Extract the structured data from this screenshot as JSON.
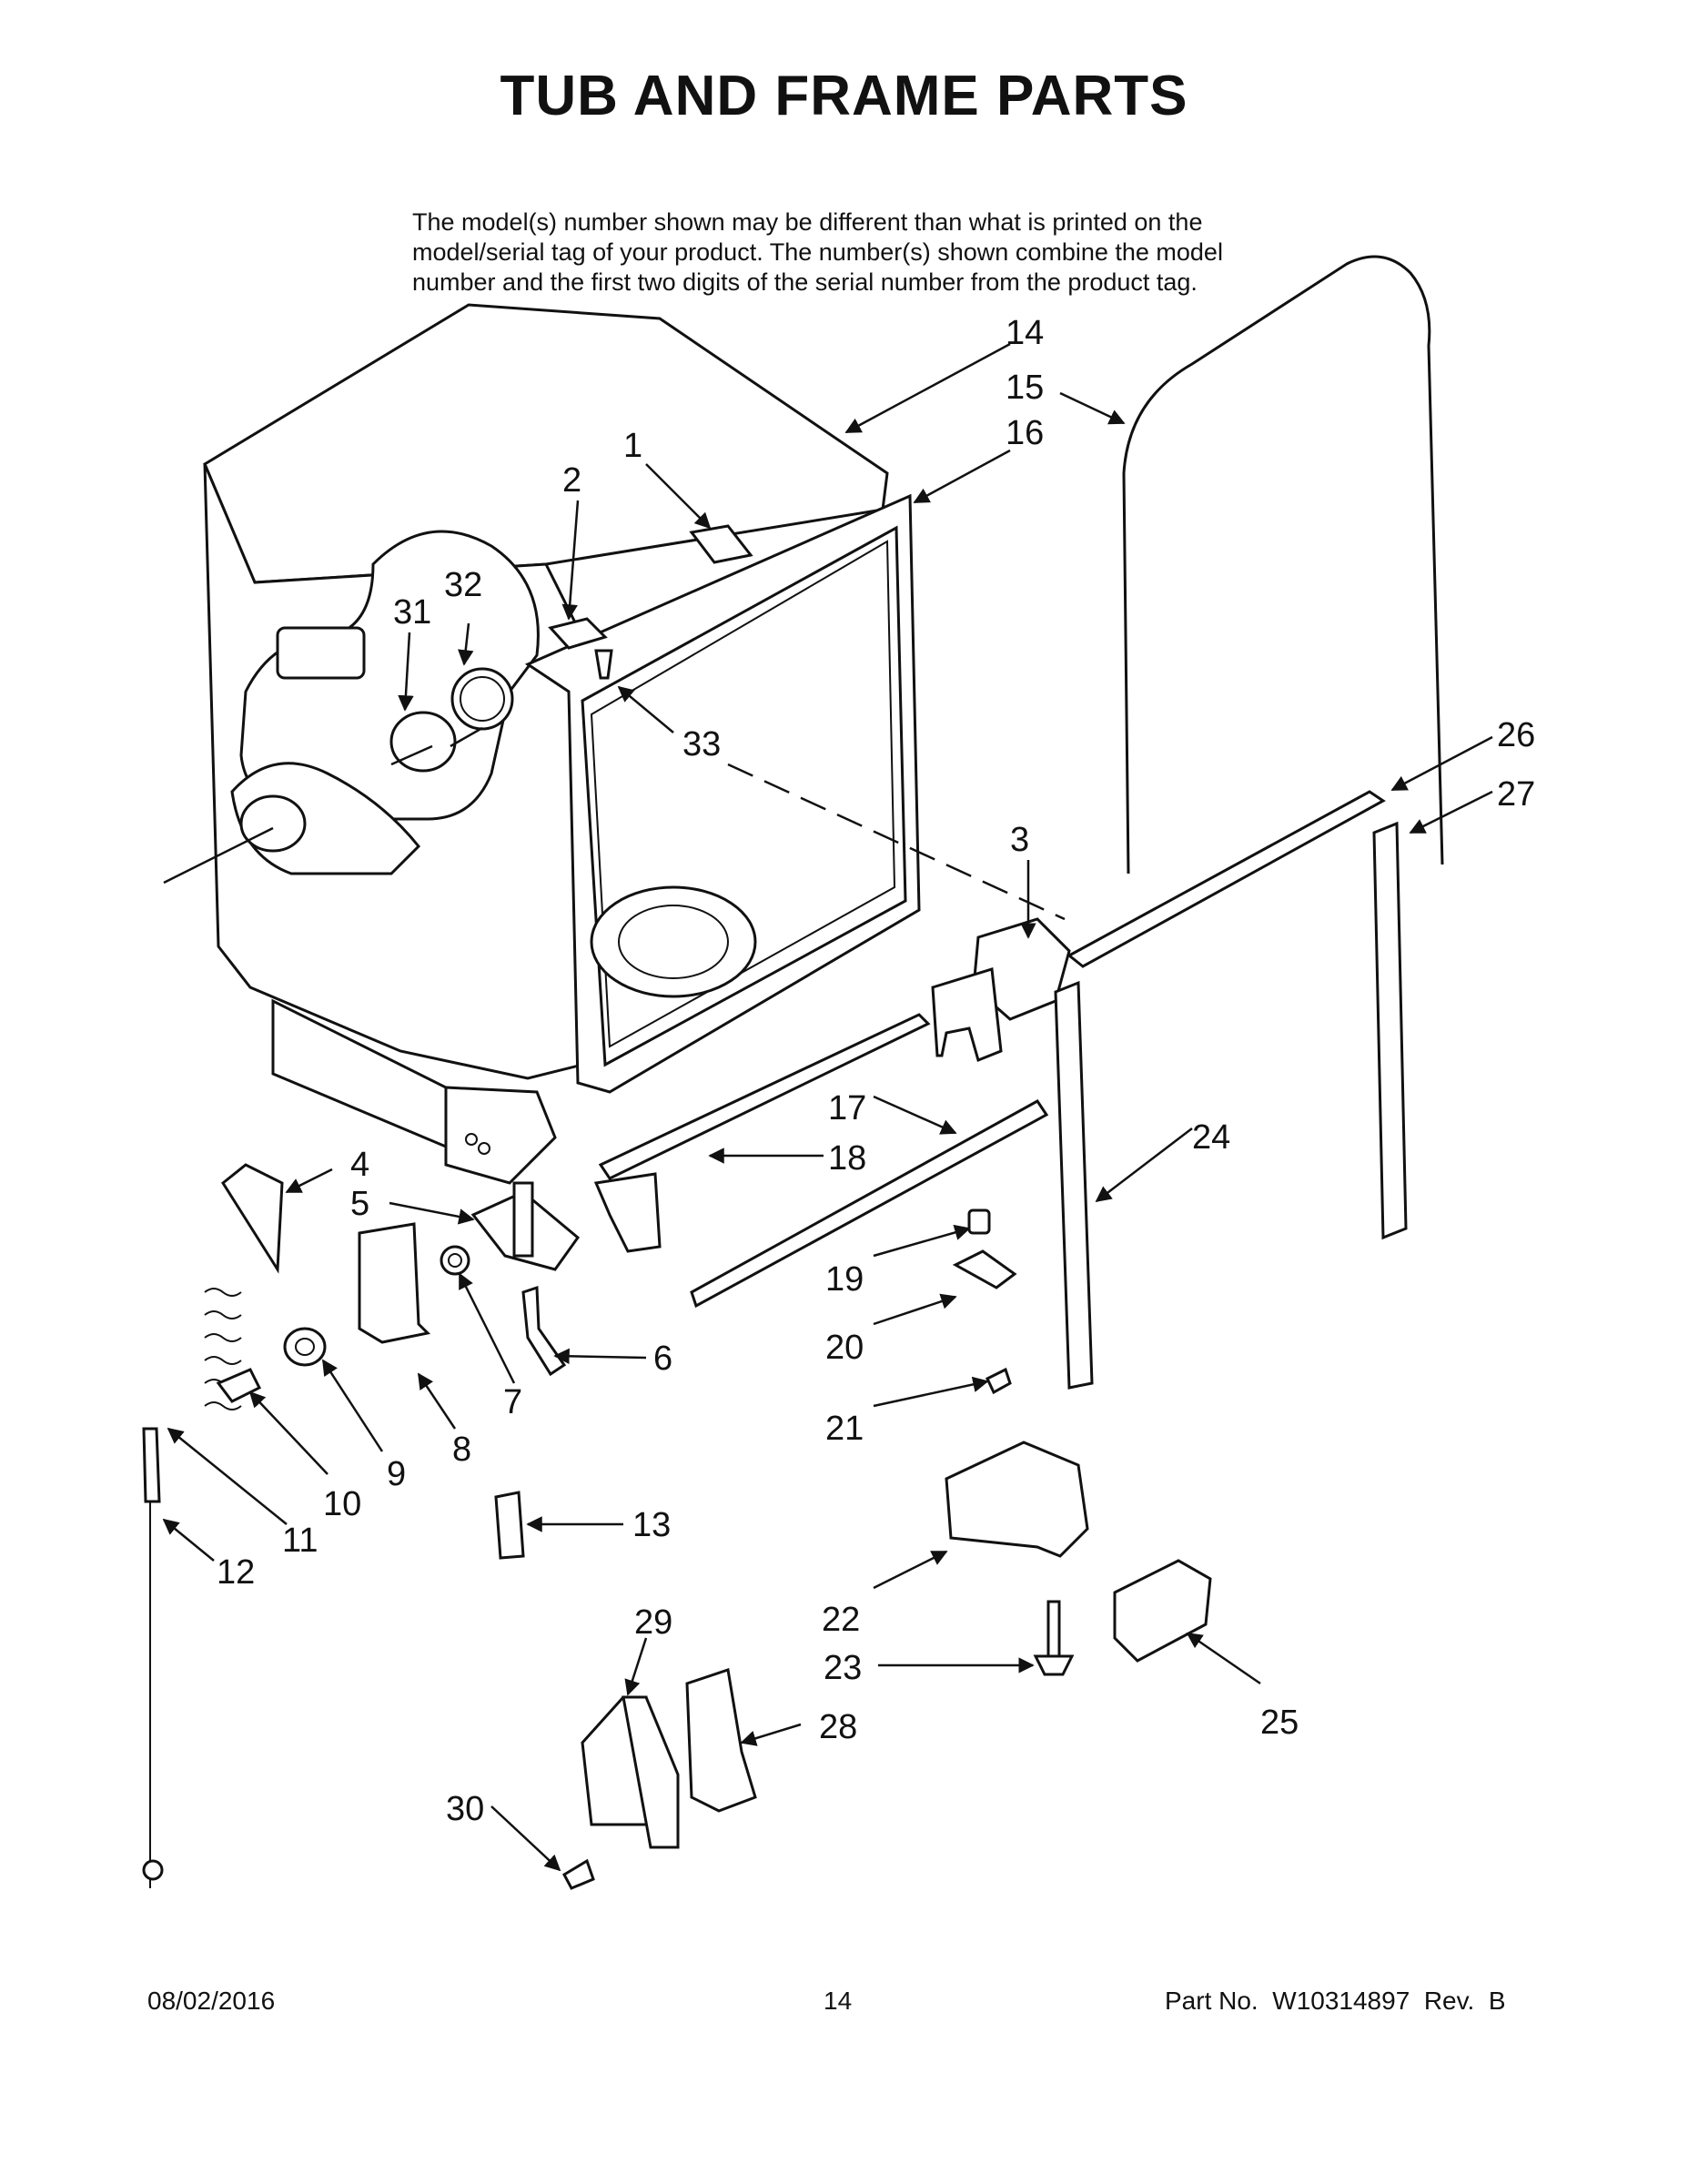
{
  "title": "TUB AND FRAME PARTS",
  "notice": [
    "The model(s) number shown may be different than what is printed on the",
    "model/serial tag of your product. The number(s) shown combine the model",
    "number and the first two digits of the serial number from the product tag."
  ],
  "callouts": [
    "1",
    "2",
    "3",
    "4",
    "5",
    "6",
    "7",
    "8",
    "9",
    "10",
    "11",
    "12",
    "13",
    "14",
    "15",
    "16",
    "17",
    "18",
    "19",
    "20",
    "21",
    "22",
    "23",
    "24",
    "25",
    "26",
    "27",
    "28",
    "29",
    "30",
    "31",
    "32",
    "33"
  ],
  "footer": {
    "date": "08/02/2016",
    "page": "14",
    "part": "Part No.  W10314897  Rev.  B"
  }
}
